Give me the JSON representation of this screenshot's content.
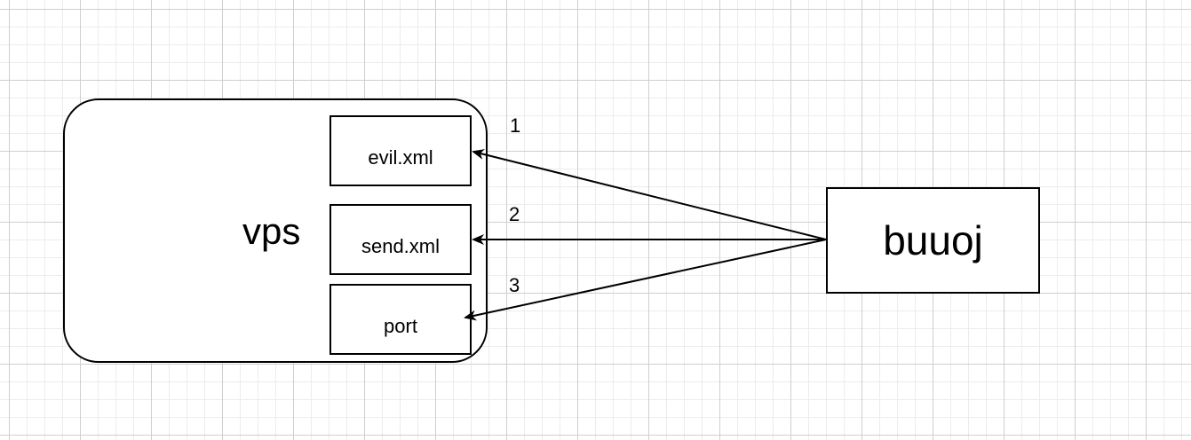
{
  "diagram": {
    "vps": {
      "label": "vps"
    },
    "files": [
      {
        "label": "evil.xml"
      },
      {
        "label": "send.xml"
      },
      {
        "label": "port"
      }
    ],
    "buuoj": {
      "label": "buuoj"
    },
    "steps": [
      {
        "label": "1"
      },
      {
        "label": "2"
      },
      {
        "label": "3"
      }
    ]
  }
}
